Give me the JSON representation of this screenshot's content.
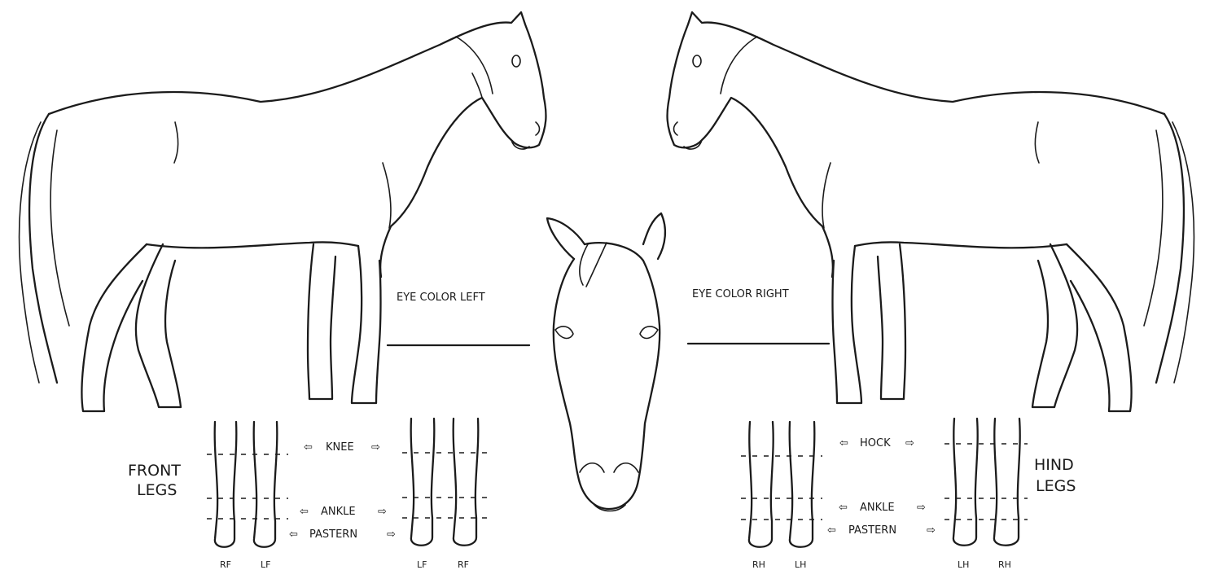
{
  "labels": {
    "eye_left": "EYE COLOR LEFT",
    "eye_right": "EYE COLOR RIGHT",
    "front_legs": [
      "FRONT",
      "LEGS"
    ],
    "hind_legs": [
      "HIND",
      "LEGS"
    ],
    "knee": "KNEE",
    "hock": "HOCK",
    "ankle": "ANKLE",
    "pastern": "PASTERN",
    "front_left_pair": [
      "RF",
      "LF"
    ],
    "front_right_pair": [
      "LF",
      "RF"
    ],
    "hind_left_pair": [
      "RH",
      "LH"
    ],
    "hind_right_pair": [
      "LH",
      "RH"
    ]
  }
}
